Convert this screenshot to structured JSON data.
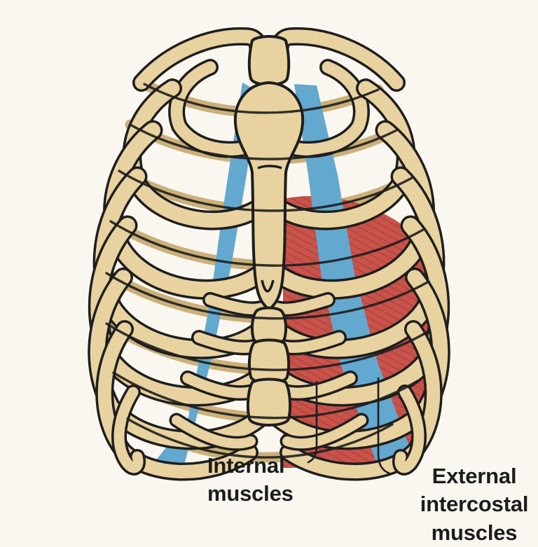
{
  "figure": {
    "title": "Rib cage with intercostal muscles",
    "background_color": "#faf7f0",
    "outline_color": "#1e1e1e"
  },
  "palette": {
    "bone_light": "#e8d2a0",
    "bone_dark": "#cbb179",
    "internal_muscle_blue": "#62a8cf",
    "external_muscle_red": "#c9534a",
    "external_muscle_striation": "#a8403a",
    "outline": "#1e1e1e",
    "background": "#faf7f0"
  },
  "labels": {
    "internal": {
      "text": "Internal\nmuscles",
      "lines": [
        "Internal",
        "muscles"
      ],
      "color": "#1c1c1c"
    },
    "external": {
      "text": "External\nintercostal\nmuscles",
      "lines": [
        "External",
        "intercostal",
        "muscles"
      ],
      "color": "#1c1c1c"
    }
  },
  "leader_lines": {
    "internal_leader": "vertical hairline from rib cage down to Internal muscles label",
    "external_leader": "vertical hairline from rib cage down to External intercostal muscles label"
  },
  "anatomy": {
    "structures": [
      "clavicle-left",
      "clavicle-right",
      "manubrium",
      "sternum-body",
      "xiphoid-process",
      "rib-pairs",
      "costal-cartilage",
      "internal-intercostal-muscles",
      "external-intercostal-muscles"
    ],
    "rib_pair_count": 10
  }
}
